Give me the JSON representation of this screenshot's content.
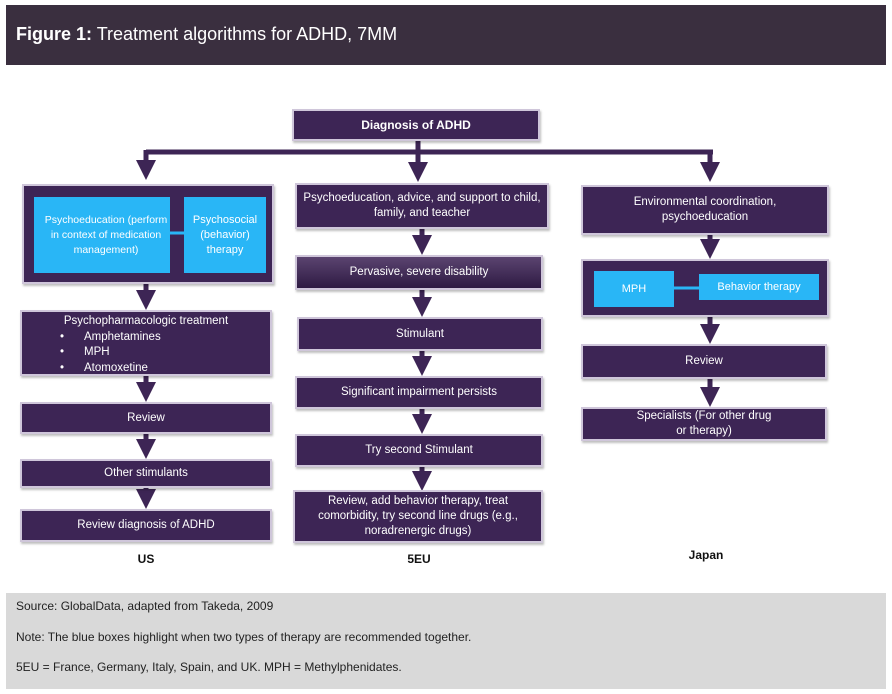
{
  "figure": {
    "label": "Figure 1:",
    "title": "Treatment algorithms for ADHD, 7MM"
  },
  "diagram": {
    "root": "Diagnosis of ADHD",
    "us": {
      "label": "US",
      "blue_left": "Psychoeducation (perform in context of medication management)",
      "blue_right": "Psychosocial (behavior) therapy",
      "treatment_head": "Psychopharmacologic treatment",
      "treatment_items": [
        "Amphetamines",
        "MPH",
        "Atomoxetine"
      ],
      "review": "Review",
      "other": "Other stimulants",
      "review_diag": "Review diagnosis of ADHD"
    },
    "eu": {
      "label": "5EU",
      "psychoed": "Psychoeducation, advice, and support to child, family, and teacher",
      "pervasive": "Pervasive, severe disability",
      "stimulant": "Stimulant",
      "impairment": "Significant impairment persists",
      "second": "Try second Stimulant",
      "final": "Review, add behavior therapy, treat comorbidity, try second line drugs (e.g., noradrenergic drugs)"
    },
    "japan": {
      "label": "Japan",
      "env": "Environmental coordination, psychoeducation",
      "mph": "MPH",
      "behavior": "Behavior therapy",
      "review": "Review",
      "specialists": "Specialists (For other drug or therapy)"
    }
  },
  "footer": {
    "source": "Source: GlobalData, adapted from Takeda, 2009",
    "note": "Note: The blue boxes highlight when two types of therapy are recommended together.",
    "abbrev": "5EU = France, Germany, Italy, Spain, and UK. MPH = Methylphenidates."
  },
  "colors": {
    "header_bg": "#3a2f3f",
    "box_purple": "#3d2555",
    "highlight_blue": "#29b6f6",
    "footer_bg": "#d9d9d9"
  }
}
